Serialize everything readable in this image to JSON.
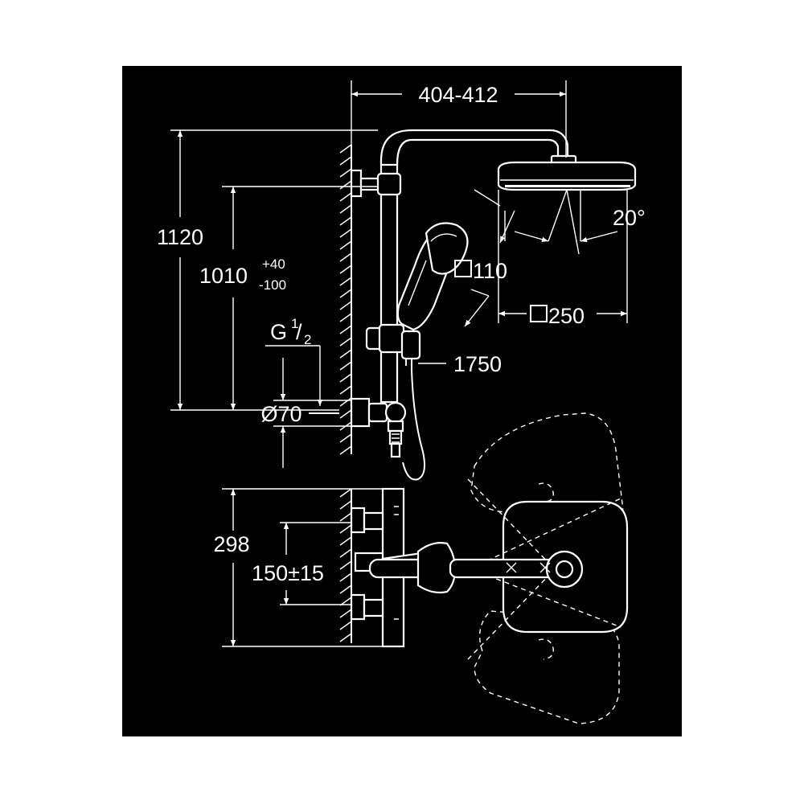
{
  "dimensions": {
    "top_width": "404-412",
    "total_height": "1120",
    "adjust_height": "1010",
    "adjust_tol_plus": "+40",
    "adjust_tol_minus": "-100",
    "thread": "G",
    "thread_num": "1",
    "thread_den": "2",
    "pipe_diameter": "Ø70",
    "handshower_size": "110",
    "headshower_size": "250",
    "spray_angle": "20°",
    "hose_length": "1750",
    "thermostat_height": "298",
    "inlet_spacing": "150±15"
  },
  "colors": {
    "background": "#000000",
    "lines": "#ffffff",
    "page": "#ffffff"
  }
}
